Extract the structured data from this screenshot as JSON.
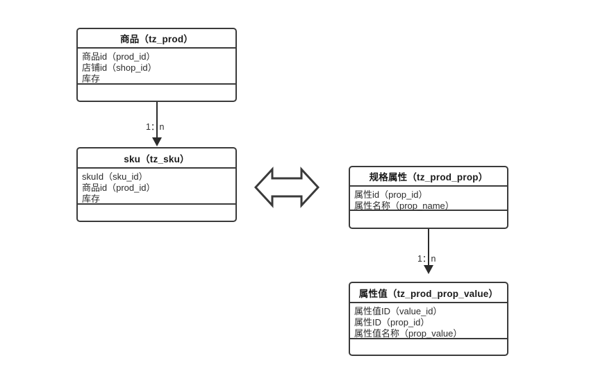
{
  "diagram": {
    "title_text": "",
    "background": "#ffffff",
    "line_color": "#2b2b2b",
    "border_color": "#3a3a3a",
    "text_color": "#2b2b2b",
    "title_color": "#1a1a1a"
  },
  "entities": [
    {
      "id": "tz_prod",
      "title": "商品（tz_prod）",
      "fields": [
        "商品id（prod_id）",
        "店铺id（shop_id）",
        "库存"
      ],
      "footer": ""
    },
    {
      "id": "tz_sku",
      "title": "sku（tz_sku）",
      "fields": [
        "skuId（sku_id）",
        "商品id（prod_id）",
        "库存"
      ],
      "footer": ""
    },
    {
      "id": "tz_prod_prop",
      "title": "规格属性（tz_prod_prop）",
      "fields": [
        "属性id（prop_id）",
        "属性名称（prop_name）"
      ],
      "footer": ""
    },
    {
      "id": "tz_prod_prop_value",
      "title": "属性值（tz_prod_prop_value）",
      "fields": [
        "属性值ID（value_id）",
        "属性ID（prop_id）",
        "属性值名称（prop_value）"
      ],
      "footer": ""
    }
  ],
  "connectors": [
    {
      "id": "prod-to-sku",
      "from": "tz_prod",
      "to": "tz_sku",
      "label": "1：n",
      "arrow": "filled-triangle-down"
    },
    {
      "id": "prop-to-propvalue",
      "from": "tz_prod_prop",
      "to": "tz_prod_prop_value",
      "label": "1：n",
      "arrow": "filled-triangle-down"
    }
  ],
  "shapes": [
    {
      "id": "double-arrow",
      "name": "double-headed-arrow",
      "direction": "horizontal",
      "style": "outline"
    }
  ]
}
